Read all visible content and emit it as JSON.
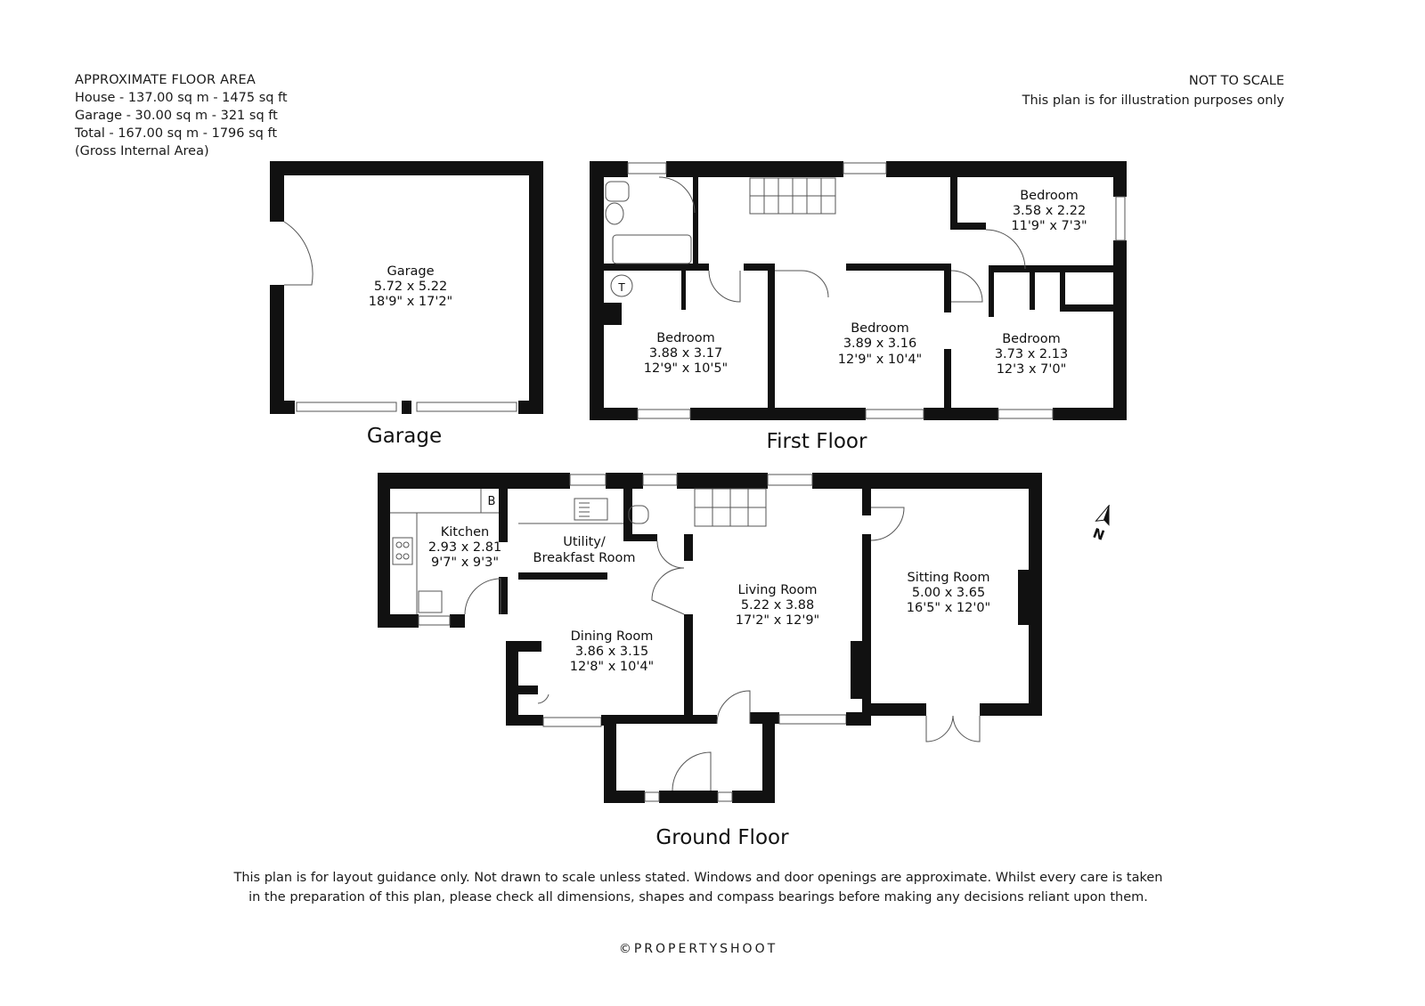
{
  "floor_area": {
    "heading": "APPROXIMATE FLOOR AREA",
    "house": "House - 137.00 sq m - 1475 sq ft",
    "garage": "Garage - 30.00 sq m - 321 sq ft",
    "total": "Total - 167.00 sq m - 1796 sq ft",
    "note": "(Gross Internal Area)"
  },
  "scale_note": {
    "heading": "NOT TO SCALE",
    "text": "This plan is for illustration purposes only"
  },
  "floors": {
    "garage": {
      "title": "Garage",
      "rooms": [
        {
          "name": "Garage",
          "metric": "5.72 x 5.22",
          "imperial": "18'9\" x 17'2\""
        }
      ]
    },
    "first": {
      "title": "First Floor",
      "rooms": [
        {
          "name": "Bedroom",
          "metric": "3.58 x 2.22",
          "imperial": "11'9\" x 7'3\""
        },
        {
          "name": "Bedroom",
          "metric": "3.88 x 3.17",
          "imperial": "12'9\" x 10'5\""
        },
        {
          "name": "Bedroom",
          "metric": "3.89 x 3.16",
          "imperial": "12'9\" x 10'4\""
        },
        {
          "name": "Bedroom",
          "metric": "3.73 x 2.13",
          "imperial": "12'3 x 7'0\""
        }
      ],
      "cupboard_label": "T"
    },
    "ground": {
      "title": "Ground Floor",
      "rooms": [
        {
          "name": "Kitchen",
          "metric": "2.93 x 2.81",
          "imperial": "9'7\" x 9'3\""
        },
        {
          "name": "Utility/",
          "name2": "Breakfast Room"
        },
        {
          "name": "Dining Room",
          "metric": "3.86 x 3.15",
          "imperial": "12'8\" x 10'4\""
        },
        {
          "name": "Living Room",
          "metric": "5.22 x 3.88",
          "imperial": "17'2\" x 12'9\""
        },
        {
          "name": "Sitting Room",
          "metric": "5.00 x 3.65",
          "imperial": "16'5\" x 12'0\""
        }
      ],
      "boiler_label": "B"
    }
  },
  "compass": {
    "label": "N",
    "icon": "north-arrow-icon"
  },
  "disclaimer": {
    "line1": "This plan is for layout guidance only. Not drawn to scale unless stated. Windows and door openings are approximate. Whilst every care is taken",
    "line2": "in the preparation of this plan, please check all dimensions, shapes and compass bearings before making any decisions reliant upon them."
  },
  "brand": "©PROPERTYSHOOT"
}
